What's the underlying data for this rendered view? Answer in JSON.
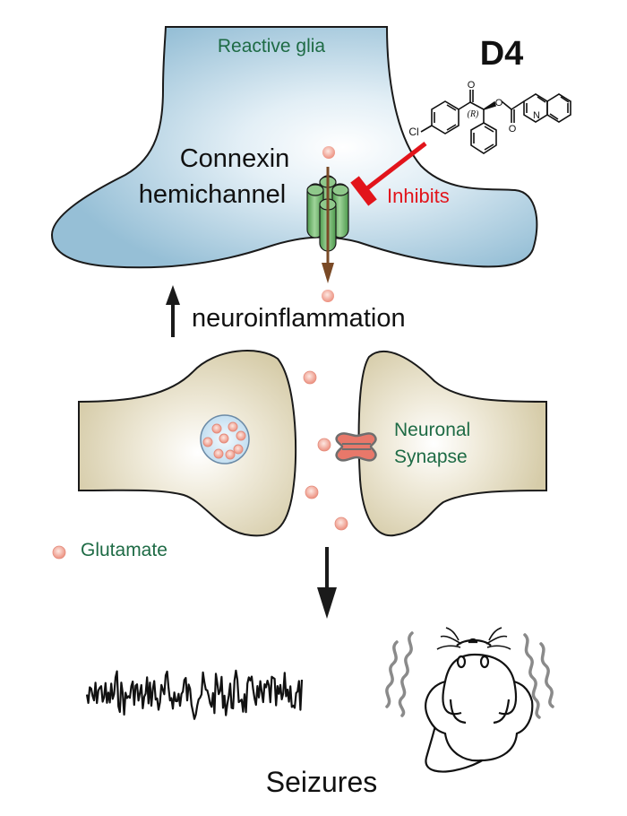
{
  "figure": {
    "compound": {
      "name": "D4",
      "substituent_cl": "Cl",
      "stereo_label": "(R)",
      "atom_o1": "O",
      "atom_o2": "O",
      "atom_o3": "O",
      "atom_n": "N"
    },
    "glia": {
      "label": "Reactive glia",
      "channel_label_line1": "Connexin",
      "channel_label_line2": "hemichannel",
      "inhibits_label": "Inhibits"
    },
    "effect": {
      "label": "neuroinflammation",
      "direction": "increase"
    },
    "synapse": {
      "label_line1": "Neuronal",
      "label_line2": "Synapse"
    },
    "legend": {
      "glutamate_label": "Glutamate"
    },
    "outcome": {
      "label": "Seizures"
    },
    "colors": {
      "glia_fill": "#9dc4d9",
      "neuron_fill": "#dcd3b4",
      "green_text": "#1e6b45",
      "inhibit_red": "#e2141b",
      "channel_green": "#6fb56a",
      "arrow_brown": "#7a4a26",
      "glutamate": "#f0a090",
      "receptor": "#e8786a",
      "tremor_gray": "#8a8a8a"
    }
  }
}
